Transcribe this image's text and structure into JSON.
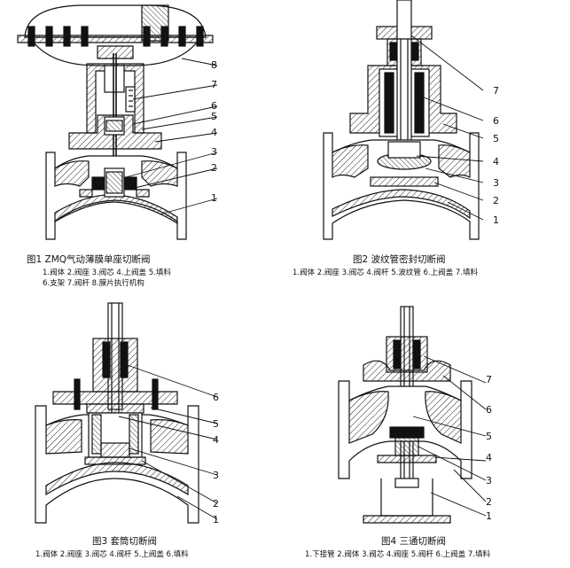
{
  "figures": [
    {
      "caption": "图1   ZMQ气动薄膜单座切断阀",
      "legend": [
        "1.阀体  2.阀座  3.阀芯  4.上阀盖  5.填料",
        "6.支架  7.阀杆  8.膜片执行机构"
      ],
      "callouts": [
        "8",
        "7",
        "6",
        "5",
        "4",
        "3",
        "2",
        "1"
      ]
    },
    {
      "caption": "图2   波纹管密封切断阀",
      "legend": [
        "1.阀体  2.阀座  3.阀芯  4.阀杆  5.波纹管  6.上阀盖  7.填料"
      ],
      "callouts": [
        "7",
        "6",
        "5",
        "4",
        "3",
        "2",
        "1"
      ]
    },
    {
      "caption": "图3   套筒切断阀",
      "legend": [
        "1.阀体  2.阀座  3.阀芯  4.阀杆  5.上阀盖  6.填料"
      ],
      "callouts": [
        "6",
        "5",
        "4",
        "3",
        "2",
        "1"
      ]
    },
    {
      "caption": "图4   三通切断阀",
      "legend": [
        "1.下接管  2.阀体  3.阀芯  4.阀座  5.阀杆  6.上阀盖  7.填料"
      ],
      "callouts": [
        "7",
        "6",
        "5",
        "4",
        "3",
        "2",
        "1"
      ]
    }
  ]
}
